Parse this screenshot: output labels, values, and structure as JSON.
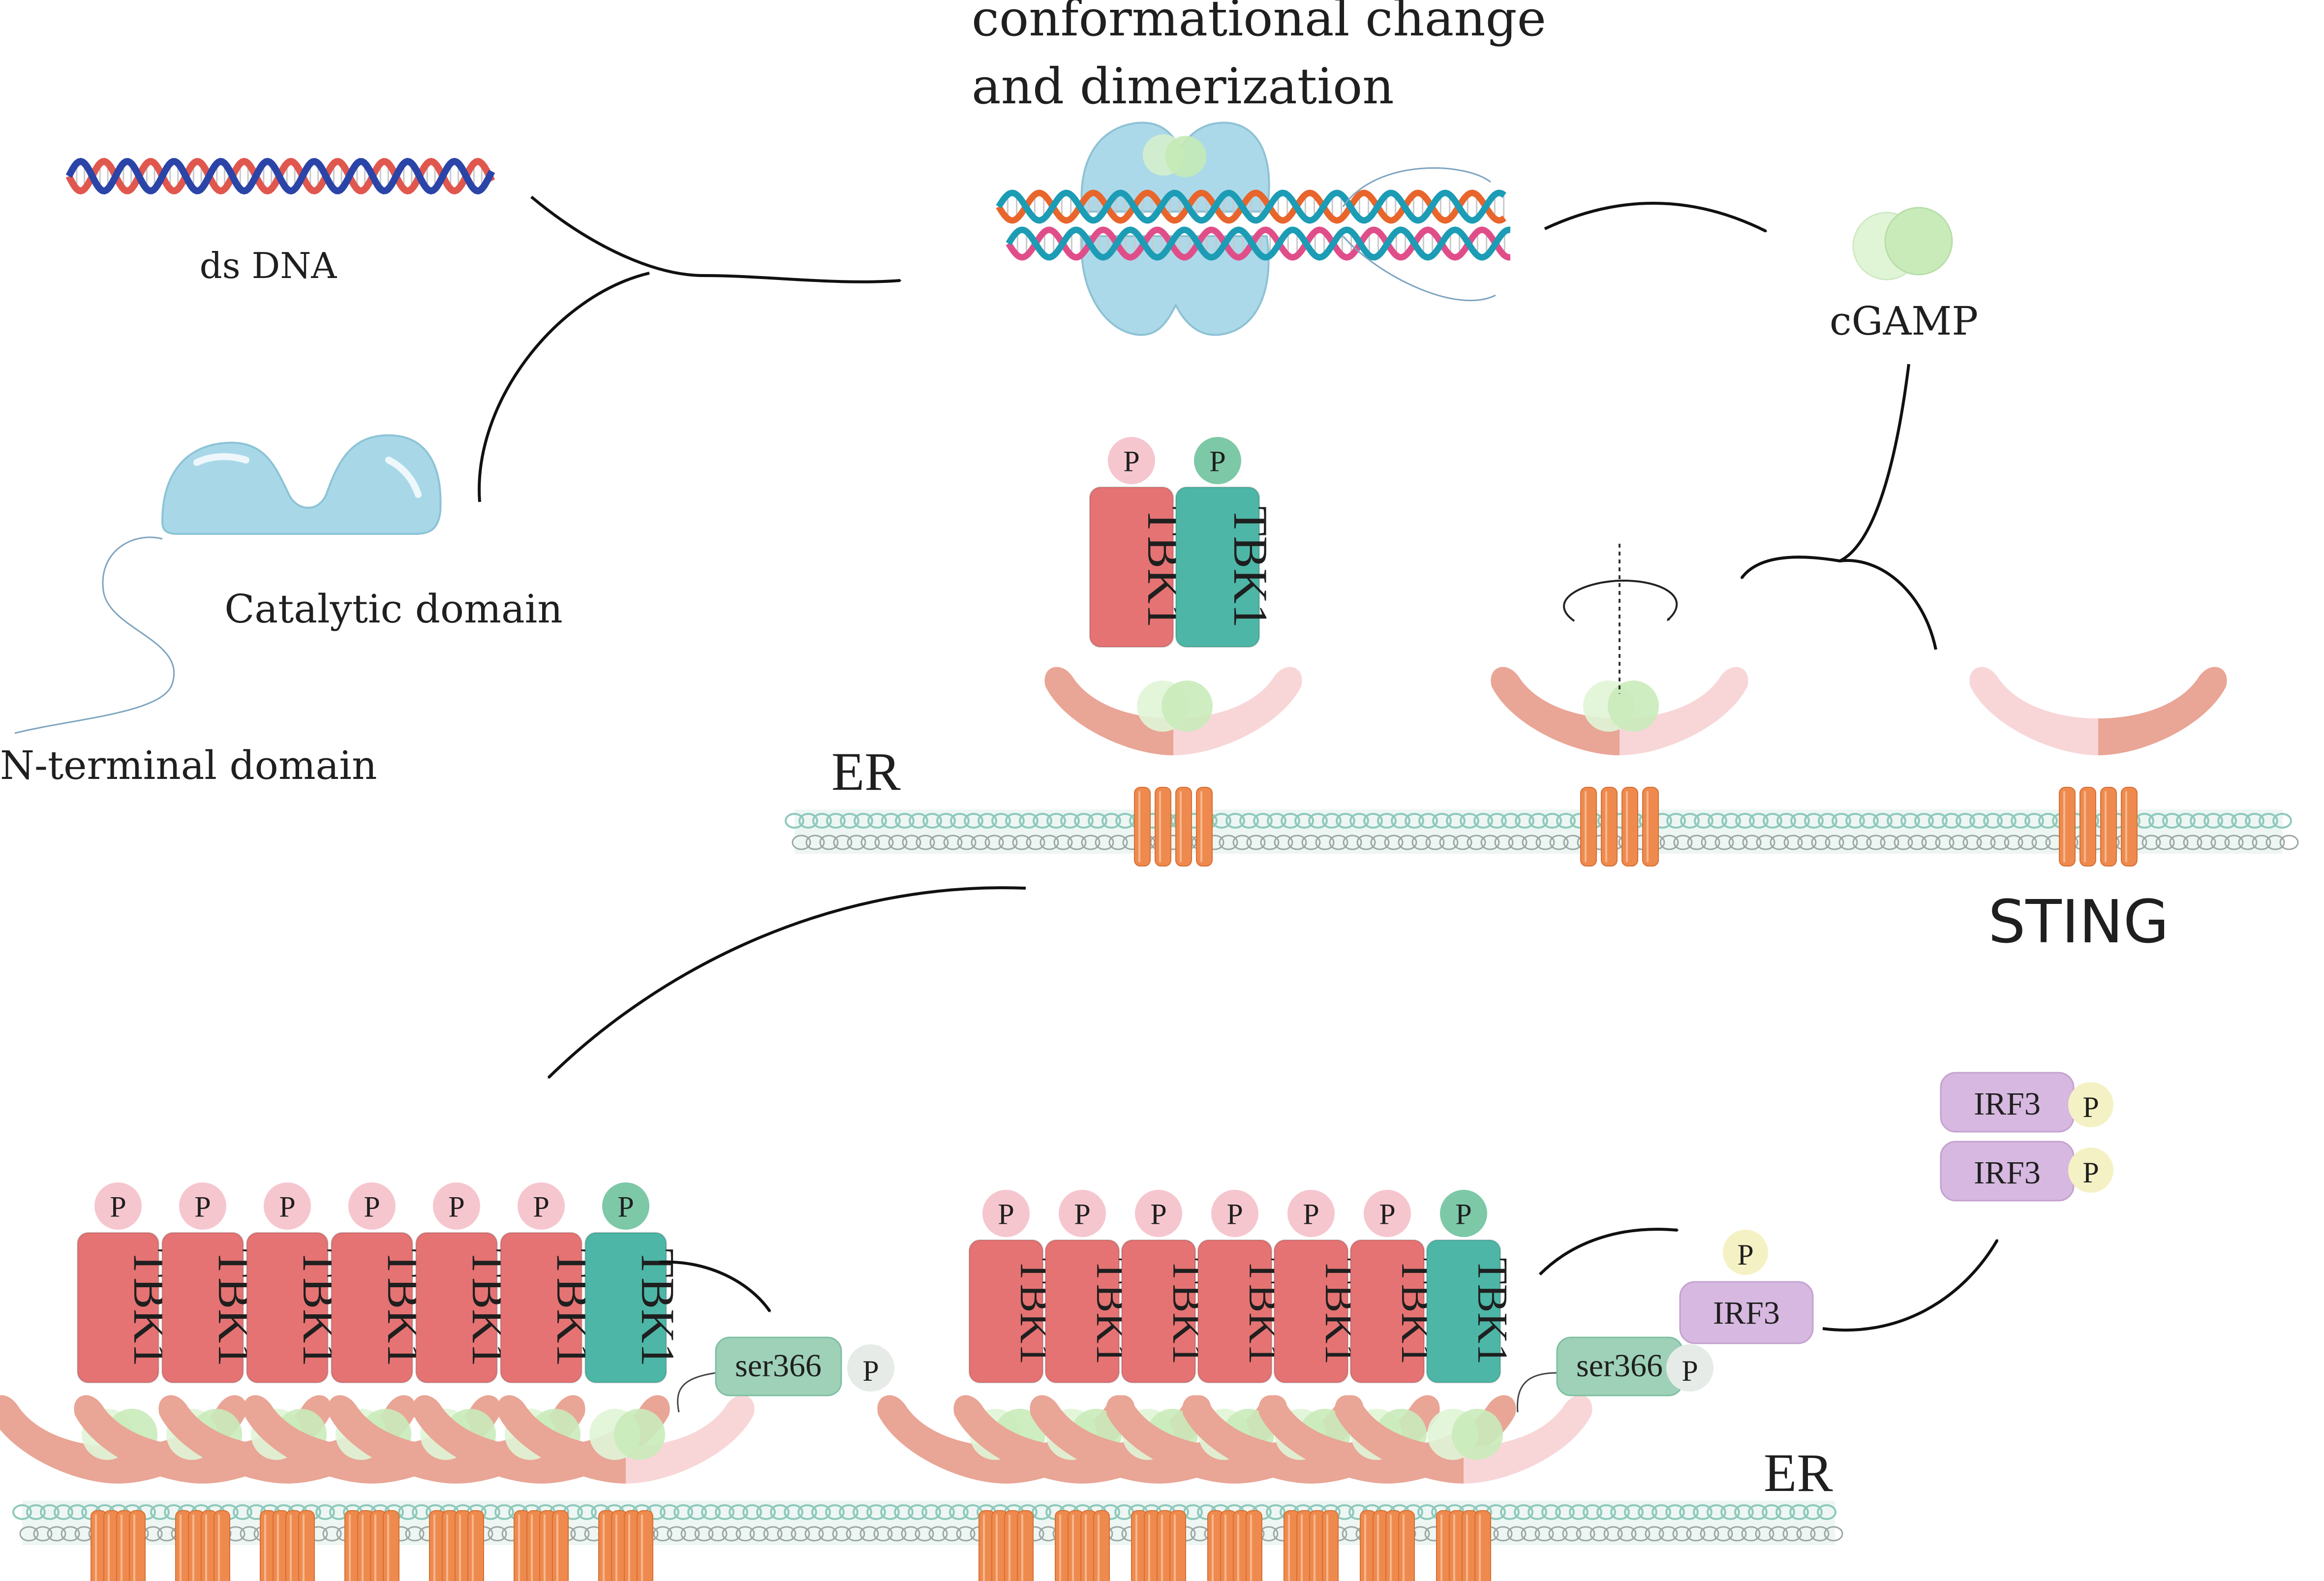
{
  "labels": {
    "dsdna": "ds DNA",
    "catalytic": "Catalytic domain",
    "nterminal": "N-terminal domain",
    "conformational_line1": "conformational change",
    "conformational_line2": "and dimerization",
    "cgamp": "cGAMP",
    "er": "ER",
    "sting": "STING",
    "tbk1": "TBK1",
    "p": "P",
    "ser366": "ser366",
    "irf3": "IRF3"
  },
  "colors": {
    "tbk1_red": "#e57373",
    "tbk1_teal": "#4db6a6",
    "p_pink": "#f6c6cf",
    "p_green": "#7dc8a7",
    "p_yellow": "#f4f2c4",
    "p_grey": "#e6ebe8",
    "cgas_blue": "#a8d8e8",
    "sting_salmon": "#e9a595",
    "sting_light": "#f8d6d8",
    "tm_orange": "#ef8a4e",
    "membrane_teal": "#8ec9bc",
    "irf3_purple": "#d6b8e0",
    "ser366_green": "#9ed1b8",
    "cgamp_green": "#d4f0cc",
    "dna_red": "#e0574e",
    "dna_blue": "#2b44a8",
    "dna_orange": "#e8652c",
    "dna_cyan": "#1c9cb5",
    "dna_pink": "#e04e8a"
  }
}
